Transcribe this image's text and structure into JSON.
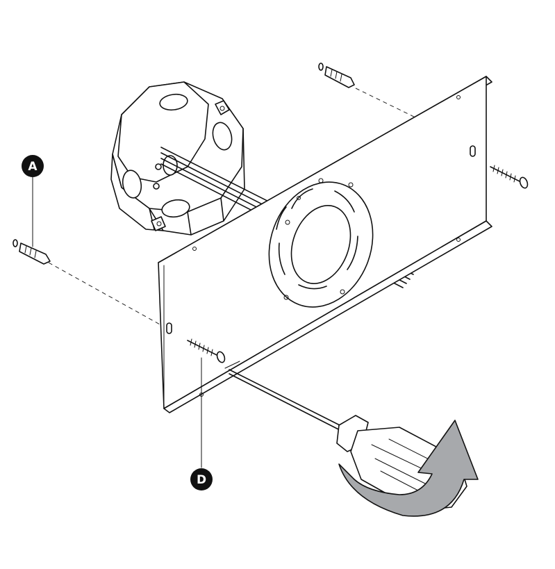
{
  "callouts": {
    "a": {
      "label": "A",
      "part": "wall-anchor"
    },
    "d": {
      "label": "D",
      "part": "mounting-screw"
    }
  },
  "colors": {
    "line": "#111111",
    "callout_fill": "#111111",
    "callout_text": "#ffffff",
    "arrow_fill": "#a7a9ac",
    "background": "#ffffff"
  },
  "icons": {
    "rotation": "clockwise-rotation-arrow-icon",
    "tool": "screwdriver-icon"
  }
}
